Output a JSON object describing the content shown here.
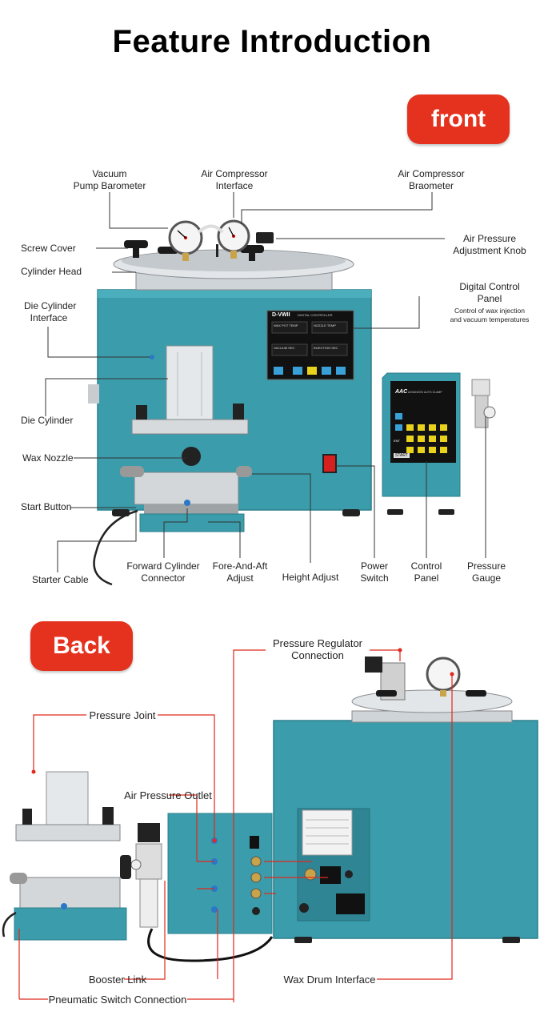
{
  "title": "Feature Introduction",
  "front": {
    "badge": "front",
    "labels": {
      "vacuum_pump_barometer_1": "Vacuum",
      "vacuum_pump_barometer_2": "Pump Barometer",
      "air_compressor_interface_1": "Air Compressor",
      "air_compressor_interface_2": "Interface",
      "air_compressor_braometer_1": "Air Compressor",
      "air_compressor_braometer_2": "Braometer",
      "screw_cover": "Screw Cover",
      "cylinder_head": "Cylinder Head",
      "air_pressure_adjustment_knob_1": "Air Pressure",
      "air_pressure_adjustment_knob_2": "Adjustment Knob",
      "digital_control_panel_1": "Digital Control",
      "digital_control_panel_2": "Panel",
      "digital_control_panel_note_1": "Control of wax injection",
      "digital_control_panel_note_2": "and vacuum temperatures",
      "die_cylinder_interface_1": "Die Cylinder",
      "die_cylinder_interface_2": "Interface",
      "die_cylinder": "Die Cylinder",
      "wax_nozzle": "Wax Nozzle",
      "start_button": "Start Button",
      "starter_cable": "Starter Cable",
      "forward_cylinder_connector_1": "Forward Cylinder",
      "forward_cylinder_connector_2": "Connector",
      "fore_and_aft_adjust_1": "Fore-And-Aft",
      "fore_and_aft_adjust_2": "Adjust",
      "height_adjust": "Height Adjust",
      "power_switch_1": "Power",
      "power_switch_2": "Switch",
      "control_panel_1": "Control",
      "control_panel_2": "Panel",
      "pressure_gauge_1": "Pressure",
      "pressure_gauge_2": "Gauge"
    },
    "device_text": {
      "controller_brand": "D-VWII",
      "controller_sub": "DIGITAL CONTROLLER",
      "wax_pot_temp": "WAX POT TEMP",
      "nozzle_temp": "NOZZLE TEMP",
      "vacuum_sec": "VACUUM SEC",
      "injection_sec": "INJECTION SEC",
      "clamp_brand": "AAC",
      "clamp_sub": "ADVANCED AUTO CLAMP",
      "ent": "ENT",
      "start": "START"
    }
  },
  "back": {
    "badge": "Back",
    "labels": {
      "pressure_regulator_connection_1": "Pressure Regulator",
      "pressure_regulator_connection_2": "Connection",
      "pressure_joint": "Pressure Joint",
      "air_pressure_outlet": "Air Pressure Outlet",
      "booster_link": "Booster Link",
      "wax_drum_interface": "Wax Drum Interface",
      "pneumatic_switch_connection": "Pneumatic Switch Connection"
    }
  },
  "colors": {
    "accent_red": "#e4321e",
    "machine_teal": "#3b9cab",
    "callout_red": "#e0291c",
    "panel_black": "#111111"
  }
}
